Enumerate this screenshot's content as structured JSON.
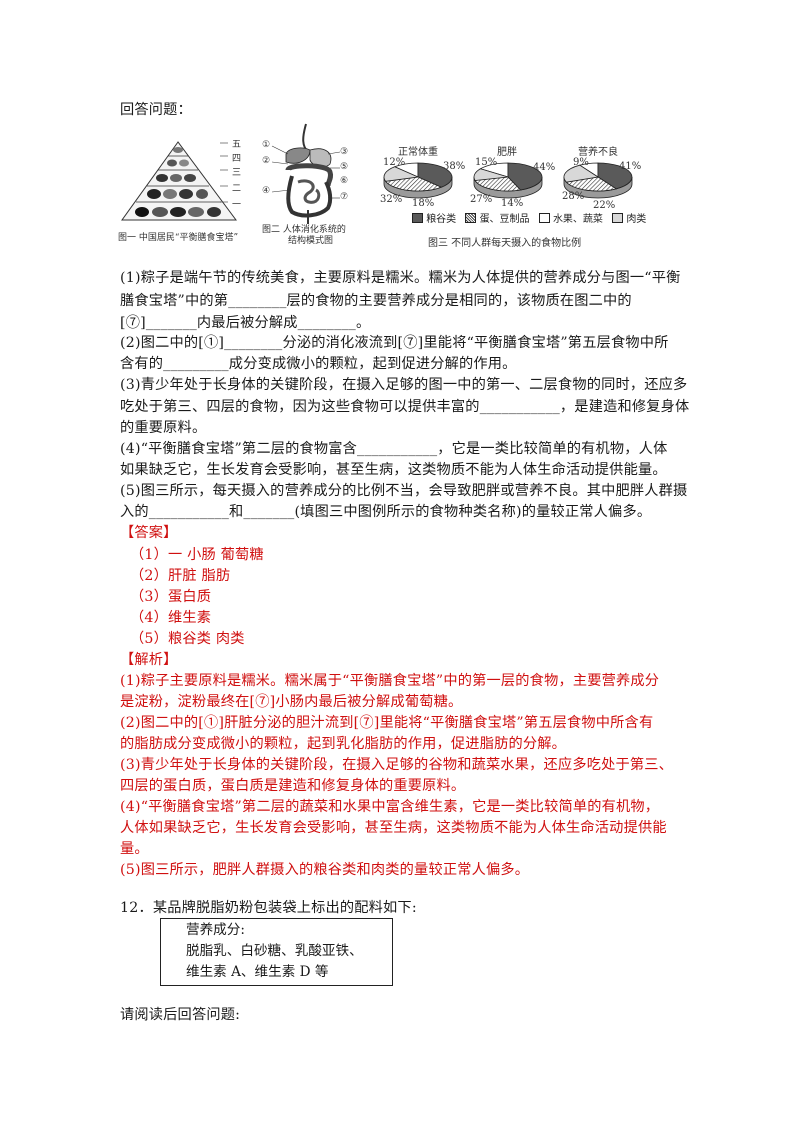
{
  "header": {
    "prompt": "回答问题："
  },
  "figures": {
    "fig1": {
      "caption": "图一  中国居民“平衡膳食宝塔”",
      "levels": [
        "五",
        "四",
        "三",
        "二",
        "一"
      ]
    },
    "fig2": {
      "caption_line1": "图二  人体消化系统的",
      "caption_line2": "结构模式图",
      "labels": [
        "①",
        "②",
        "③",
        "④",
        "⑤",
        "⑥",
        "⑦"
      ]
    },
    "fig3": {
      "caption": "图三  不同人群每天摄入的食物比例",
      "legend": [
        "粮谷类",
        "蛋、豆制品",
        "水果、蔬菜",
        "肉类"
      ],
      "colors": {
        "grain": "#5a5a5a",
        "egg": "#9a9a9a",
        "fruit": "#ffffff",
        "meat": "#d8d8d8"
      },
      "charts": [
        {
          "title": "正常体重",
          "labels": [
            "12%",
            "38%",
            "32%",
            "18%"
          ],
          "values": [
            12,
            38,
            32,
            18
          ]
        },
        {
          "title": "肥胖",
          "labels": [
            "15%",
            "44%",
            "27%",
            "14%"
          ],
          "values": [
            15,
            44,
            27,
            14
          ]
        },
        {
          "title": "营养不良",
          "labels": [
            "9%",
            "41%",
            "28%",
            "22%"
          ],
          "values": [
            9,
            41,
            28,
            22
          ]
        }
      ]
    }
  },
  "questions": [
    "(1)粽子是端午节的传统美食，主要原料是糯米。糯米为人体提供的营养成分与图一“平衡",
    "膳食宝塔”中的第________层的食物的主要营养成分是相同的，该物质在图二中的",
    "[⑦]_______内最后被分解成________。",
    "(2)图二中的[①]________分泌的消化液流到[⑦]里能将“平衡膳食宝塔”第五层食物中所",
    "含有的_________成分变成微小的颗粒，起到促进分解的作用。",
    "(3)青少年处于长身体的关键阶段，在摄入足够的图一中的第一、二层食物的同时，还应多",
    "吃处于第三、四层的食物，因为这些食物可以提供丰富的___________，是建造和修复身体",
    "的重要原料。",
    "(4)“平衡膳食宝塔”第二层的食物富含___________，它是一类比较简单的有机物，人体",
    "如果缺乏它，生长发育会受影响，甚至生病，这类物质不能为人体生命活动提供能量。",
    "(5)图三所示，每天摄入的营养成分的比例不当，会导致肥胖或营养不良。其中肥胖人群摄",
    "入的___________和_______(填图三中图例所示的食物种类名称)的量较正常人偏多。"
  ],
  "answer": {
    "heading": "【答案】",
    "items": [
      "（1）一     小肠       葡萄糖",
      "（2）肝脏    脂肪",
      "（3）蛋白质",
      "（4）维生素",
      "（5）粮谷类     肉类"
    ]
  },
  "analysis": {
    "heading": "【解析】",
    "lines": [
      "(1)粽子主要原料是糯米。糯米属于“平衡膳食宝塔”中的第一层的食物，主要营养成分",
      "是淀粉，淀粉最终在[⑦]小肠内最后被分解成葡萄糖。",
      "(2)图二中的[①]肝脏分泌的胆汁流到[⑦]里能将“平衡膳食宝塔”第五层食物中所含有",
      "的脂肪成分变成微小的颗粒，起到乳化脂肪的作用，促进脂肪的分解。",
      "(3)青少年处于长身体的关键阶段，在摄入足够的谷物和蔬菜水果，还应多吃处于第三、",
      "四层的蛋白质，蛋白质是建造和修复身体的重要原料。",
      "(4)“平衡膳食宝塔”第二层的蔬菜和水果中富含维生素，它是一类比较简单的有机物，",
      "人体如果缺乏它，生长发育会受影响，甚至生病，这类物质不能为人体生命活动提供能",
      "量。",
      "(5)图三所示，肥胖人群摄入的粮谷类和肉类的量较正常人偏多。"
    ]
  },
  "q12": {
    "title": "12．某品牌脱脂奶粉包装袋上标出的配料如下:",
    "box": [
      "营养成分:",
      "脱脂乳、白砂糖、乳酸亚铁、",
      "维生素 A、维生素 D 等"
    ],
    "footer": "请阅读后回答问题:"
  }
}
